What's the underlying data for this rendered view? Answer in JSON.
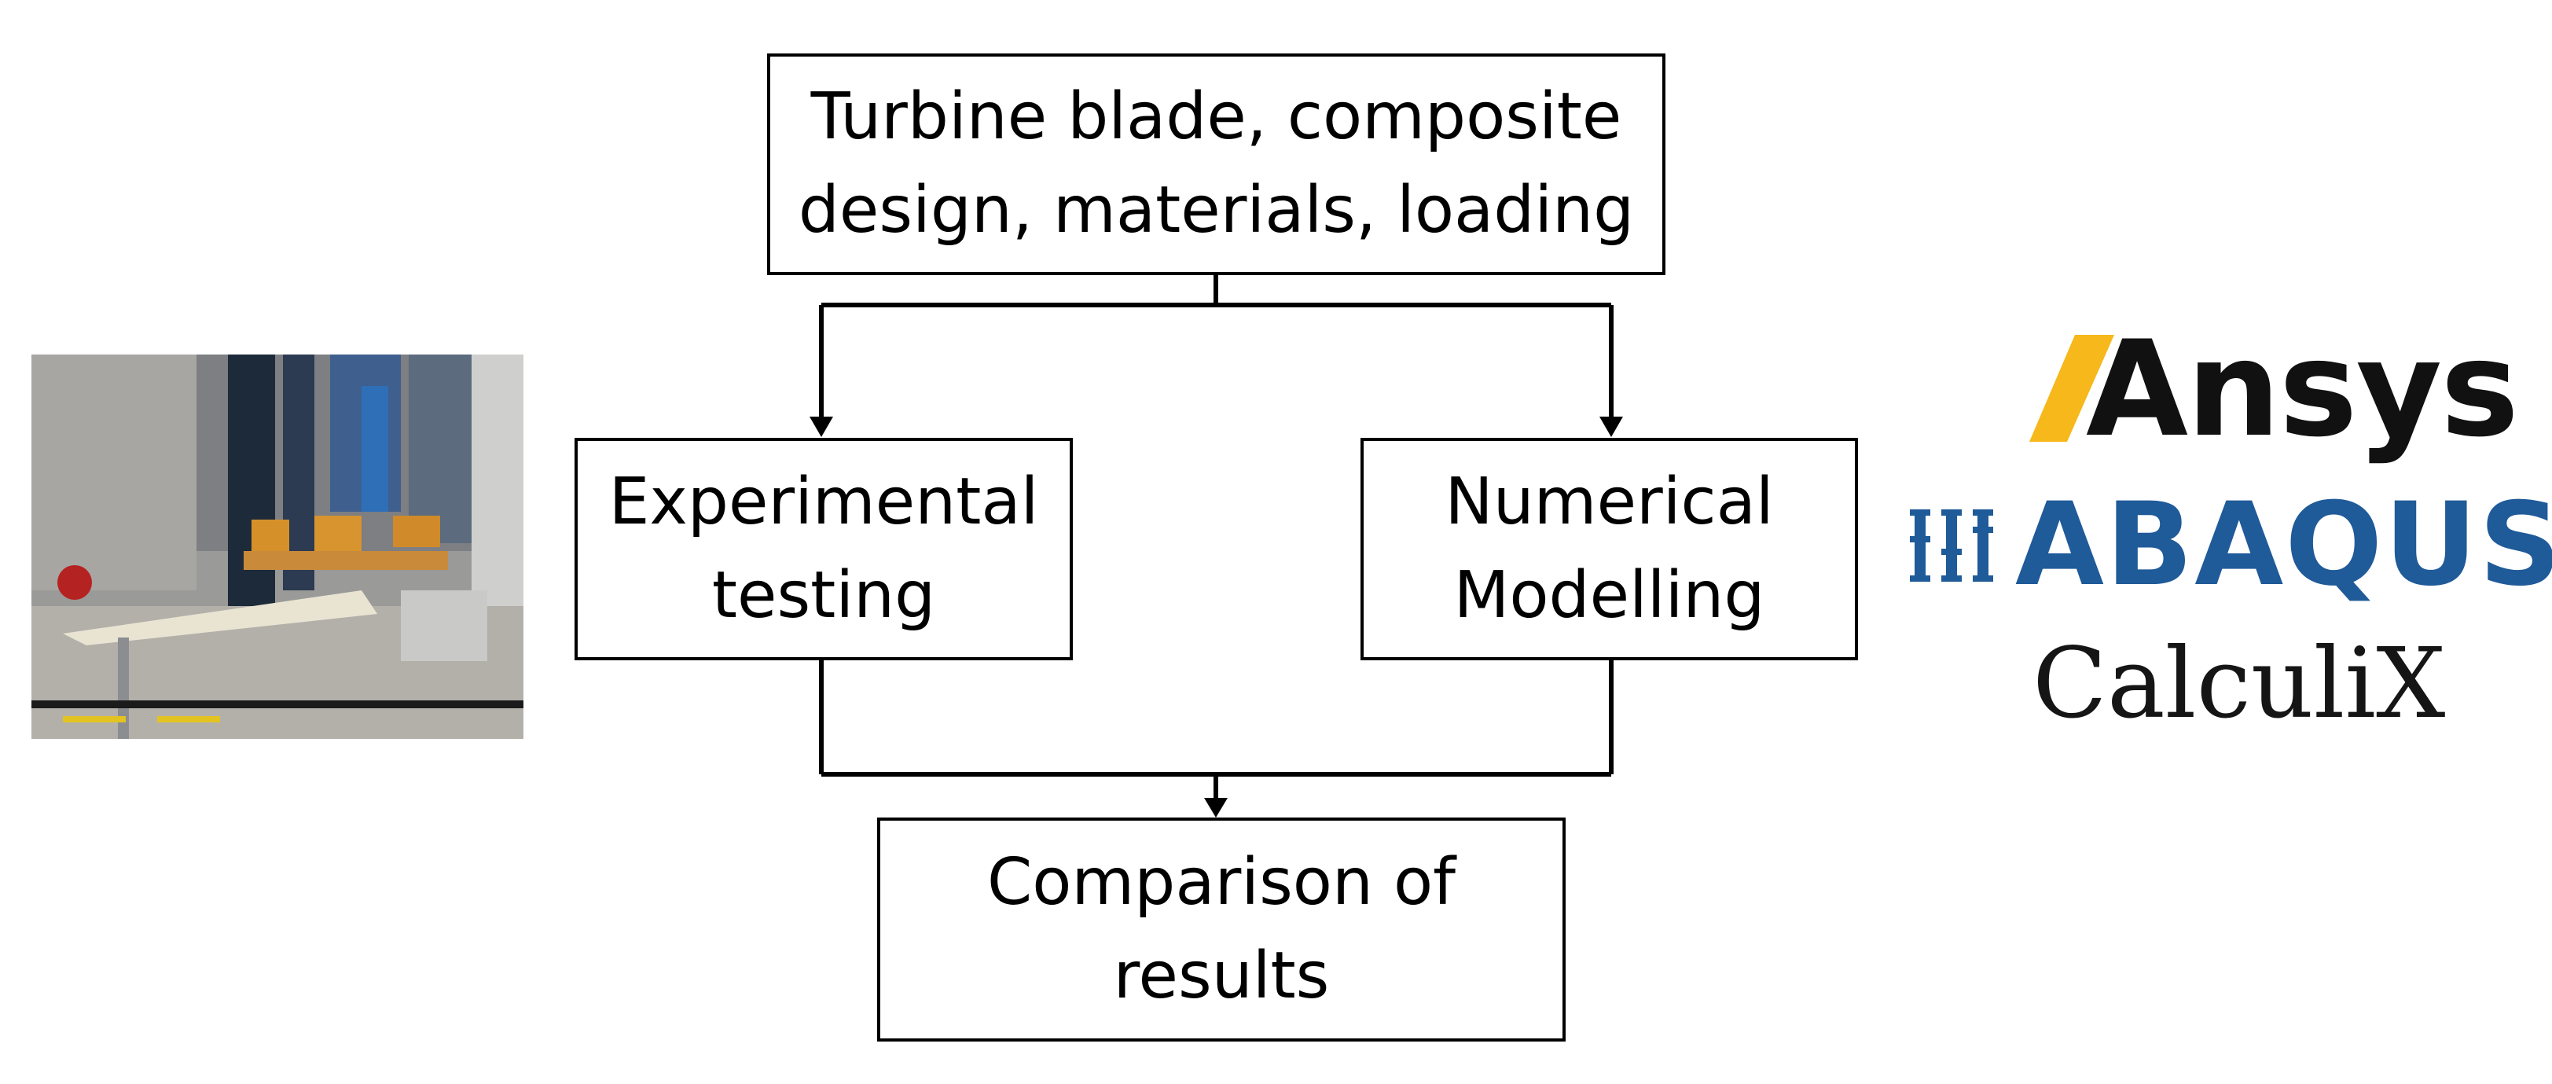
{
  "flowchart": {
    "top_box": "Turbine blade, composite\ndesign, materials, loading",
    "left_box": "Experimental\ntesting",
    "right_box": "Numerical\nModelling",
    "bottom_box": "Comparison of\nresults"
  },
  "logos": {
    "ansys": "Ansys",
    "abaqus": "ABAQUS",
    "calculix": "CalculiX"
  },
  "colors": {
    "ansys_accent": "#f6b81a",
    "abaqus_blue": "#1f5a99",
    "box_border": "#000000"
  }
}
